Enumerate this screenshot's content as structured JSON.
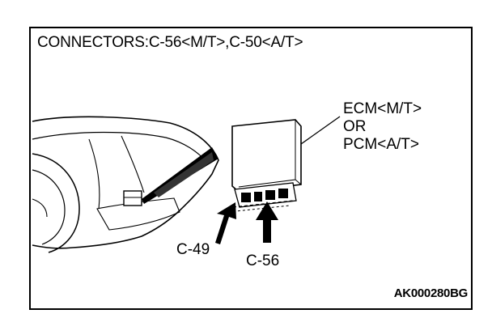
{
  "title": "CONNECTORS:C-56<M/T>,C-50<A/T>",
  "unit_label": {
    "line1": "ECM<M/T>",
    "line2": "OR",
    "line3": "PCM<A/T>"
  },
  "connector_labels": {
    "left": "C-49",
    "right": "C-56"
  },
  "figure_code": "AK000280BG",
  "colors": {
    "ink": "#000000",
    "paper": "#ffffff"
  }
}
